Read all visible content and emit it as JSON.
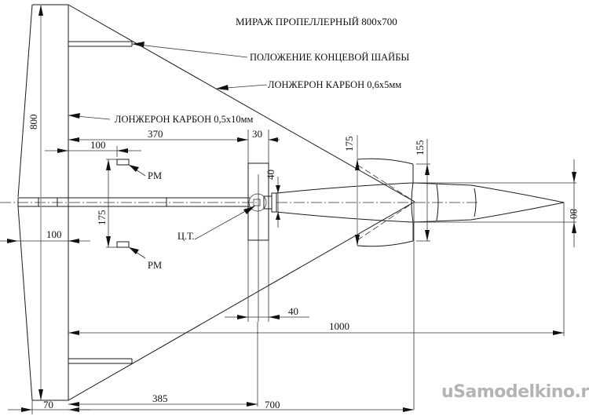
{
  "title": "МИРАЖ ПРОПЕЛЛЕРНЫЙ 800x700",
  "callouts": {
    "end_plate": "ПОЛОЖЕНИЕ КОНЦЕВОЙ ШАЙБЫ",
    "spar_diagonal": "ЛОНЖЕРОН КАРБОН 0,6x5мм",
    "spar_main": "ЛОНЖЕРОН КАРБОН 0,5x10мм",
    "elevon_top": "РМ",
    "elevon_bottom": "РМ",
    "cg": "Ц.Т."
  },
  "dimensions": {
    "span": "800",
    "root_to_motor": "370",
    "motor_mount_width": "30",
    "elevon_offset_top": "100",
    "elevon_offset_left": "100",
    "elevon_spacing": "175",
    "spinner_dia": "40",
    "fuselage_height": "175",
    "cowl_height": "155",
    "nose_height": "80",
    "mount_offset": "40",
    "total_length": "1000",
    "root_chord_tip": "70",
    "half_chord": "385",
    "root_chord": "700"
  },
  "watermark": "uSamodelkino.ru",
  "colors": {
    "line": "#1a1a1a",
    "dim_line": "#8a8a8a",
    "watermark": "#b4b4b4",
    "background": "#ffffff"
  }
}
